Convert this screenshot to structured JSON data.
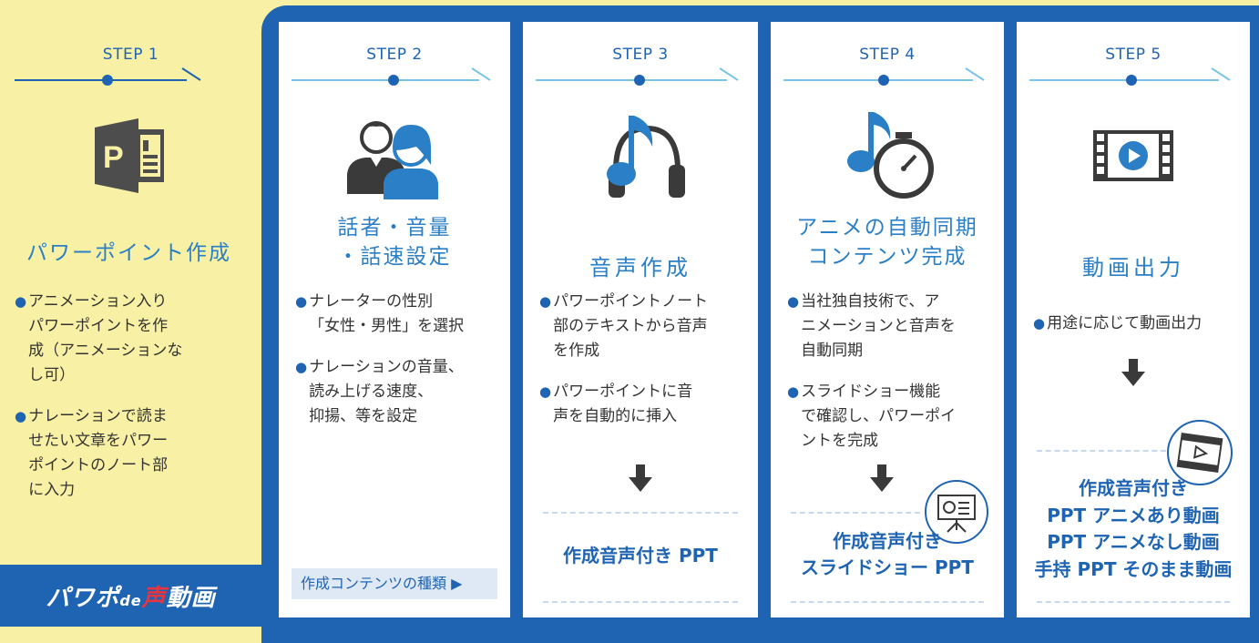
{
  "colors": {
    "background": "#f8f0a4",
    "primary": "#1f64b3",
    "accent_light": "#2b7fc6",
    "brand_red": "#e8353d"
  },
  "brand": {
    "part1": "パワポ",
    "de": "de",
    "accent": "声",
    "part2": "動画"
  },
  "steps": [
    {
      "label": "STEP 1",
      "icon": "powerpoint-icon",
      "title": "パワーポイント作成",
      "bullets": [
        "アニメーション入り\nパワーポイントを作\n成（アニメーションな\nし可）",
        "ナレーションで読ま\nせたい文章をパワー\nポイントのノート部\nに入力"
      ]
    },
    {
      "label": "STEP 2",
      "icon": "speakers-icon",
      "title": "話者・音量\n・話速設定",
      "bullets": [
        "ナレーターの性別\n「女性・男性」を選択",
        "ナレーションの音量、\n読み上げる速度、\n抑揚、等を設定"
      ],
      "footer": "作成コンテンツの種類 ▶"
    },
    {
      "label": "STEP 3",
      "icon": "music-headphones-icon",
      "title": "音声作成",
      "bullets": [
        "パワーポイントノート\n部のテキストから音声\nを作成",
        "パワーポイントに音\n声を自動的に挿入"
      ],
      "output": "作成音声付き PPT"
    },
    {
      "label": "STEP 4",
      "icon": "music-stopwatch-icon",
      "title": "アニメの自動同期\nコンテンツ完成",
      "bullets": [
        "当社独自技術で、ア\nニメーションと音声を\n自動同期",
        "スライドショー機能\nで確認し、パワーポイ\nントを完成"
      ],
      "output": "作成音声付き\nスライドショー PPT"
    },
    {
      "label": "STEP 5",
      "icon": "video-film-icon",
      "title": "動画出力",
      "bullets": [
        "用途に応じて動画出力"
      ],
      "output": "作成音声付き\nPPT アニメあり動画\nPPT アニメなし動画\n手持 PPT そのまま動画"
    }
  ]
}
